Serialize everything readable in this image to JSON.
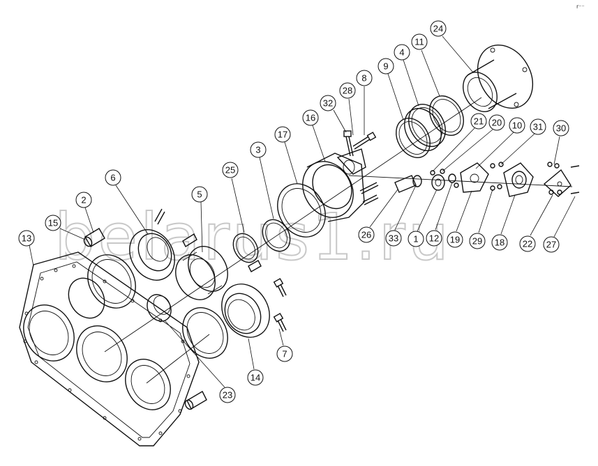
{
  "watermark": "belarus1.ru",
  "corner_mark": "r⁻⁻",
  "callouts": [
    {
      "label": "13"
    },
    {
      "label": "15"
    },
    {
      "label": "2"
    },
    {
      "label": "6"
    },
    {
      "label": "5"
    },
    {
      "label": "25"
    },
    {
      "label": "3"
    },
    {
      "label": "17"
    },
    {
      "label": "16"
    },
    {
      "label": "32"
    },
    {
      "label": "28"
    },
    {
      "label": "8"
    },
    {
      "label": "9"
    },
    {
      "label": "4"
    },
    {
      "label": "11"
    },
    {
      "label": "24"
    },
    {
      "label": "21"
    },
    {
      "label": "20"
    },
    {
      "label": "10"
    },
    {
      "label": "31"
    },
    {
      "label": "30"
    },
    {
      "label": "26"
    },
    {
      "label": "33"
    },
    {
      "label": "1"
    },
    {
      "label": "12"
    },
    {
      "label": "19"
    },
    {
      "label": "29"
    },
    {
      "label": "18"
    },
    {
      "label": "22"
    },
    {
      "label": "27"
    },
    {
      "label": "7"
    },
    {
      "label": "14"
    },
    {
      "label": "23"
    }
  ]
}
